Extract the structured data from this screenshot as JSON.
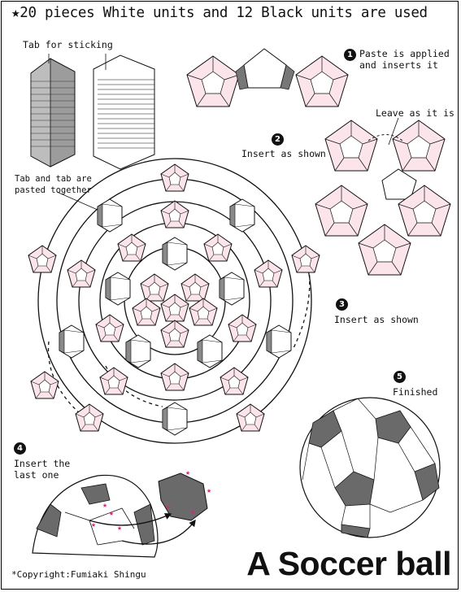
{
  "header": {
    "title": "★20 pieces White units and 12 Black units are used"
  },
  "labels": {
    "tab_for_sticking": "Tab for sticking",
    "tab_and_tab": "Tab and tab are\npasted together",
    "leave_as_it_is": "Leave as it is",
    "copyright": "*Copyright:Fumiaki Shingu"
  },
  "steps": [
    {
      "number": "1",
      "text": "Paste is applied\nand inserts it"
    },
    {
      "number": "2",
      "text": "Insert as shown"
    },
    {
      "number": "3",
      "text": "Insert as shown"
    },
    {
      "number": "4",
      "text": "Insert the\nlast one"
    },
    {
      "number": "5",
      "text": "Finished"
    }
  ],
  "title": "A Soccer ball",
  "colors": {
    "pink": "#fbe4ea",
    "black_unit": "#6a6a6a",
    "star": "#e0207a",
    "line": "#111111"
  }
}
